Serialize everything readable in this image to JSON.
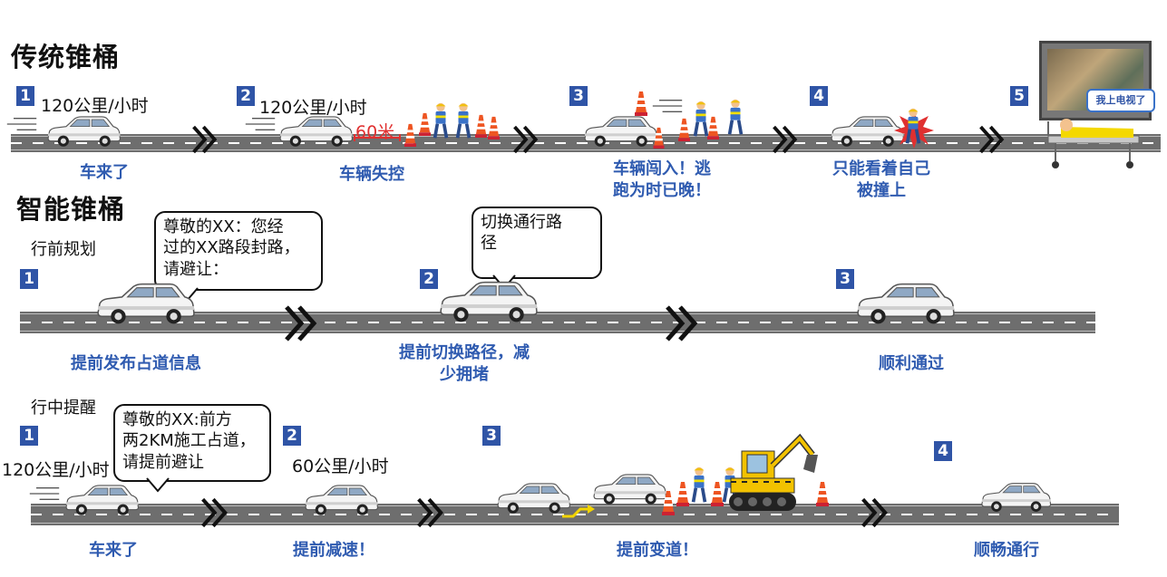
{
  "colors": {
    "accent": "#2f54a6",
    "caption": "#2f5bb0",
    "road": "#6e6e6e",
    "alert_red": "#e03030",
    "cone_orange": "#ee5522"
  },
  "traditional": {
    "title": "传统锥桶",
    "steps": [
      {
        "num": "1",
        "speed": "120公里/小时",
        "caption": "车来了"
      },
      {
        "num": "2",
        "speed": "120公里/小时",
        "distance": "60米",
        "caption": "车辆失控"
      },
      {
        "num": "3",
        "caption_line1": "车辆闯入！逃",
        "caption_line2": "跑为时已晚！"
      },
      {
        "num": "4",
        "caption_line1": "只能看着自己",
        "caption_line2": "被撞上"
      },
      {
        "num": "5",
        "bed_sign": "我上电视了"
      }
    ]
  },
  "smart": {
    "title": "智能锥桶",
    "planning": {
      "label": "行前规划",
      "steps": [
        {
          "num": "1",
          "bubble_line1": "尊敬的XX：您经",
          "bubble_line2": "过的XX路段封路，",
          "bubble_line3": "请避让：",
          "caption": "提前发布占道信息"
        },
        {
          "num": "2",
          "bubble_line1": "切换通行路",
          "bubble_line2": "径",
          "caption_line1": "提前切换路径，减",
          "caption_line2": "少拥堵"
        },
        {
          "num": "3",
          "caption": "顺利通过"
        }
      ]
    },
    "reminder": {
      "label": "行中提醒",
      "steps": [
        {
          "num": "1",
          "speed": "120公里/小时",
          "bubble_line1": "尊敬的XX:前方",
          "bubble_line2": "两2KM施工占道，",
          "bubble_line3": "请提前避让",
          "caption": "车来了"
        },
        {
          "num": "2",
          "speed": "60公里/小时",
          "caption": "提前减速！"
        },
        {
          "num": "3",
          "caption": "提前变道！"
        },
        {
          "num": "4",
          "caption": "顺畅通行"
        }
      ]
    }
  }
}
